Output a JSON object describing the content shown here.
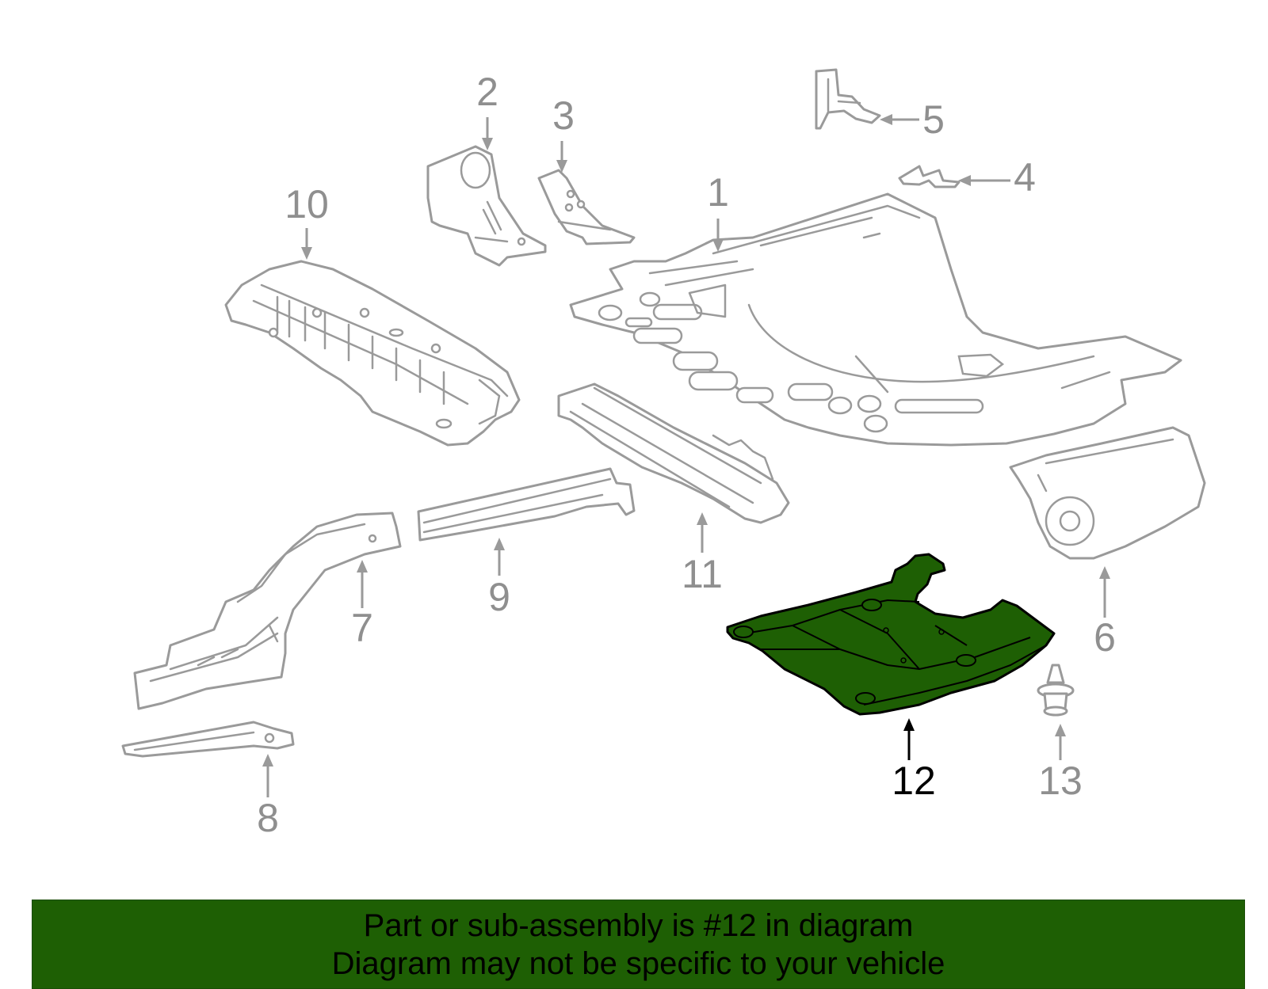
{
  "diagram": {
    "highlight_color": "#1e5f04",
    "line_color": "#9a9a9a",
    "highlighted_part": "12",
    "callouts": [
      {
        "id": "c1",
        "label": "1"
      },
      {
        "id": "c2",
        "label": "2"
      },
      {
        "id": "c3",
        "label": "3"
      },
      {
        "id": "c4",
        "label": "4"
      },
      {
        "id": "c5",
        "label": "5"
      },
      {
        "id": "c6",
        "label": "6"
      },
      {
        "id": "c7",
        "label": "7"
      },
      {
        "id": "c8",
        "label": "8"
      },
      {
        "id": "c9",
        "label": "9"
      },
      {
        "id": "c10",
        "label": "10"
      },
      {
        "id": "c11",
        "label": "11"
      },
      {
        "id": "c12",
        "label": "12"
      },
      {
        "id": "c13",
        "label": "13"
      }
    ]
  },
  "banner": {
    "background": "#1e5f04",
    "line1": "Part or sub-assembly is #12 in diagram",
    "line2": "Diagram may not be specific to your vehicle"
  }
}
